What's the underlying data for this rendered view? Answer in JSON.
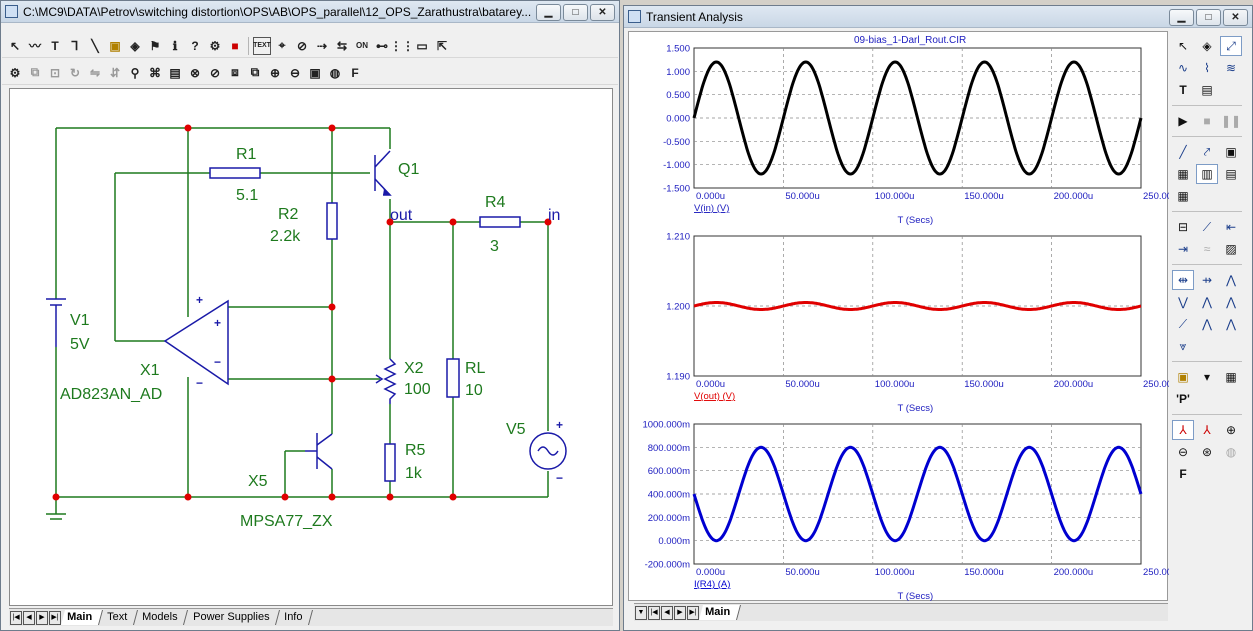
{
  "schematic_window": {
    "title": "C:\\MC9\\DATA\\Petrov\\switching distortion\\OPS\\AB\\OPS_parallel\\12_OPS_Zarathustra\\batarey...",
    "buttons": {
      "minimize": "▁",
      "maximize": "□",
      "close": "✕"
    },
    "tabs": [
      "Main",
      "Text",
      "Models",
      "Power Supplies",
      "Info"
    ],
    "active_tab": "Main"
  },
  "schematic": {
    "components": {
      "r1": {
        "name": "R1",
        "value": "5.1"
      },
      "r2": {
        "name": "R2",
        "value": "2.2k"
      },
      "r4": {
        "name": "R4",
        "value": "3"
      },
      "r5": {
        "name": "R5",
        "value": "1k"
      },
      "rl": {
        "name": "RL",
        "value": "10"
      },
      "x2": {
        "name": "X2",
        "value": "100"
      },
      "q1": {
        "name": "Q1"
      },
      "v1": {
        "name": "V1",
        "value": "5V"
      },
      "v5": {
        "name": "V5"
      },
      "x1": {
        "name": "X1",
        "model": "AD823AN_AD"
      },
      "x5": {
        "name": "X5",
        "model": "MPSA77_ZX"
      }
    },
    "node_labels": {
      "out": "out",
      "in": "in"
    },
    "opamp_pins": {
      "plus_in": "+",
      "minus_in": "−",
      "vplus": "+",
      "vminus": "−"
    },
    "v5_pins": {
      "plus": "+",
      "minus": "−"
    }
  },
  "analysis_window": {
    "title": "Transient Analysis",
    "buttons": {
      "minimize": "▁",
      "maximize": "□",
      "close": "✕"
    },
    "file_name": "09-bias_1-Darl_Rout.CIR",
    "tabs": [
      "Main"
    ],
    "active_tab": "Main"
  },
  "chart_data": [
    {
      "type": "line",
      "series": [
        {
          "name": "V(in) (V)",
          "color": "#000000",
          "amplitude": 1.2,
          "offset": 0.0,
          "frequency_hz": 20000,
          "phase": "sine"
        }
      ],
      "xlabel": "T (Secs)",
      "xlim": [
        0,
        250
      ],
      "xticks": [
        "0.000u",
        "50.000u",
        "100.000u",
        "150.000u",
        "200.000u",
        "250.000u"
      ],
      "ylim": [
        -1.5,
        1.5
      ],
      "yticks": [
        "1.500",
        "1.000",
        "0.500",
        "0.000",
        "-0.500",
        "-1.000",
        "-1.500"
      ],
      "grid": true
    },
    {
      "type": "line",
      "series": [
        {
          "name": "V(out) (V)",
          "color": "#e00000",
          "amplitude": 0.0005,
          "offset": 1.2,
          "frequency_hz": 20000,
          "phase": "sine"
        }
      ],
      "xlabel": "T (Secs)",
      "xlim": [
        0,
        250
      ],
      "xticks": [
        "0.000u",
        "50.000u",
        "100.000u",
        "150.000u",
        "200.000u",
        "250.000u"
      ],
      "ylim": [
        1.19,
        1.21
      ],
      "yticks": [
        "1.210",
        "1.200",
        "1.190"
      ],
      "grid": true
    },
    {
      "type": "line",
      "series": [
        {
          "name": "I(R4) (A)",
          "color": "#0000d0",
          "amplitude": 400,
          "offset": 400,
          "frequency_hz": 20000,
          "phase": "-sine"
        }
      ],
      "xlabel": "T (Secs)",
      "xlim": [
        0,
        250
      ],
      "xticks": [
        "0.000u",
        "50.000u",
        "100.000u",
        "150.000u",
        "200.000u",
        "250.000u"
      ],
      "ylim": [
        -200,
        1000
      ],
      "yticks": [
        "1000.000m",
        "800.000m",
        "600.000m",
        "400.000m",
        "200.000m",
        "0.000m",
        "-200.000m"
      ],
      "grid": true
    }
  ],
  "colors": {
    "wire": "#1e7a1e",
    "node": "#e00000",
    "component": "#1a1aa8",
    "label": "#1e7a1e"
  }
}
